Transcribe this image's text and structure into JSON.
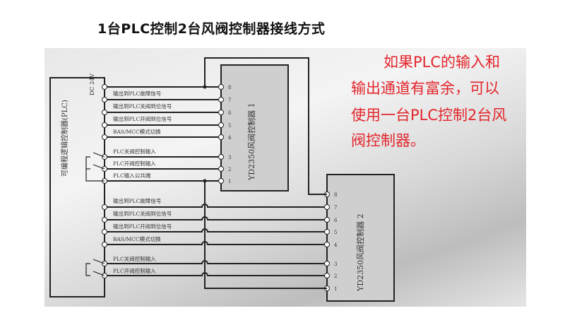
{
  "title": "1台PLC控制2台风阀控制器接线方式",
  "note": [
    "如果PLC的输入和",
    "输出通道有富余，可以",
    "使用一台PLC控制2台风",
    "阀控制器。"
  ],
  "plc_label": "可编程逻辑控制器(PLC)",
  "dc_label": "DC 24V",
  "controller1": "YD2350风阀控制器 1",
  "controller2": "YD2350风阀控制器 2",
  "wire_labels": [
    "输出到PLC故障信号",
    "输出到PLC关阀到位信号",
    "输出到PLC开阀到位信号",
    "BAS/MCC模式切换",
    "PLC关阀控制输入",
    "PLC开阀控制输入",
    "PLC输入公共端"
  ],
  "terminals": [
    "8",
    "7",
    "6",
    "5",
    "4",
    "3",
    "2",
    "1"
  ],
  "colors": {
    "note": "#e3262c",
    "controller": "#cfcfcf"
  }
}
